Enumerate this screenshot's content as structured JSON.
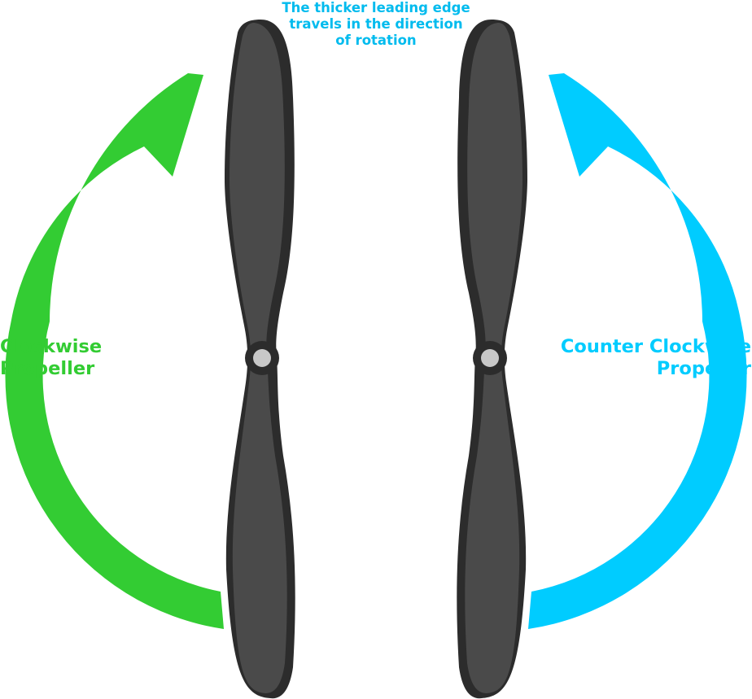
{
  "caption": {
    "lines": [
      "The thicker leading edge",
      "travels in the direction",
      "of rotation"
    ]
  },
  "clockwise": {
    "lines": [
      "Clockwise",
      "Propeller"
    ]
  },
  "counter_clockwise": {
    "lines": [
      "Counter Clockwise",
      "Propeller"
    ]
  },
  "colors": {
    "clockwise": "#33cc33",
    "counter_clockwise": "#00ccff",
    "caption": "#00bbee",
    "blade_face": "#4a4a4a",
    "blade_edge": "#2c2c2c",
    "hub": "#c8c8c8"
  },
  "icons": [
    "clockwise-arrow-icon",
    "counter-clockwise-arrow-icon",
    "propeller-icon"
  ]
}
